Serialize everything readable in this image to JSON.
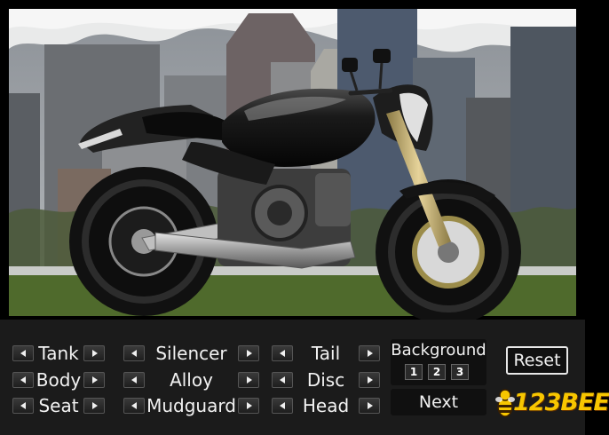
{
  "controls": {
    "tank": "Tank",
    "body": "Body",
    "seat": "Seat",
    "silencer": "Silencer",
    "alloy": "Alloy",
    "mudguard": "Mudguard",
    "tail": "Tail",
    "disc": "Disc",
    "head": "Head"
  },
  "background": {
    "title": "Background",
    "options": [
      "1",
      "2",
      "3"
    ]
  },
  "next_label": "Next",
  "reset_label": "Reset",
  "logo": {
    "text": "123BEE"
  },
  "colors": {
    "frame": "#000000",
    "panel": "#1b1b1b",
    "bike_body": "#111111",
    "fork": "#c9b274",
    "grass": "#4f6a2c",
    "logo": "#f7c600"
  }
}
